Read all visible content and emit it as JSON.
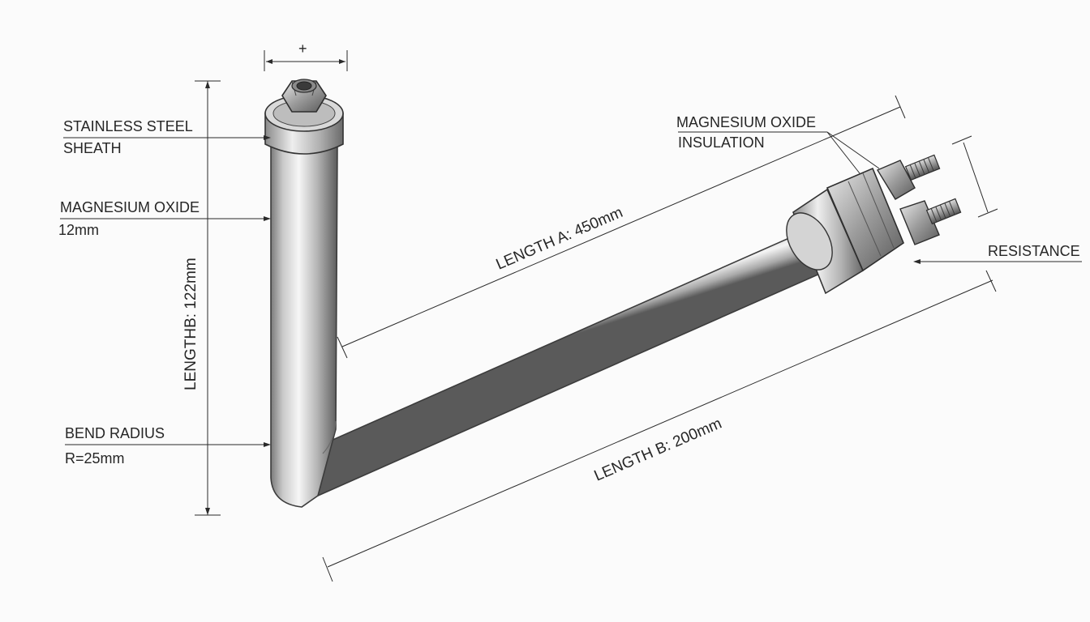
{
  "labels": {
    "stainless_line1": "STAINLESS STEEL",
    "stainless_line2": "SHEATH",
    "mgo_left_line1": "MAGNESIUM OXIDE",
    "mgo_left_line2": "12mm",
    "bend_line1": "BEND RADIUS",
    "bend_line2": "R=25mm",
    "mgo_right_line1": "MAGNESIUM OXIDE",
    "mgo_right_line2": "INSULATION",
    "resistance": "RESISTANCE",
    "top_width_mark": "+"
  },
  "dimensions": {
    "vertical": "LENGTHB: 122mm",
    "length_a": "LENGTH A: 450mm",
    "length_b": "LENGTH B: 200mm"
  },
  "colors": {
    "background": "#fbfbfb",
    "metal_light": "#f4f4f4",
    "metal_mid": "#b9b9b9",
    "metal_dark": "#5e5e5e",
    "line": "#2a2a2a"
  }
}
